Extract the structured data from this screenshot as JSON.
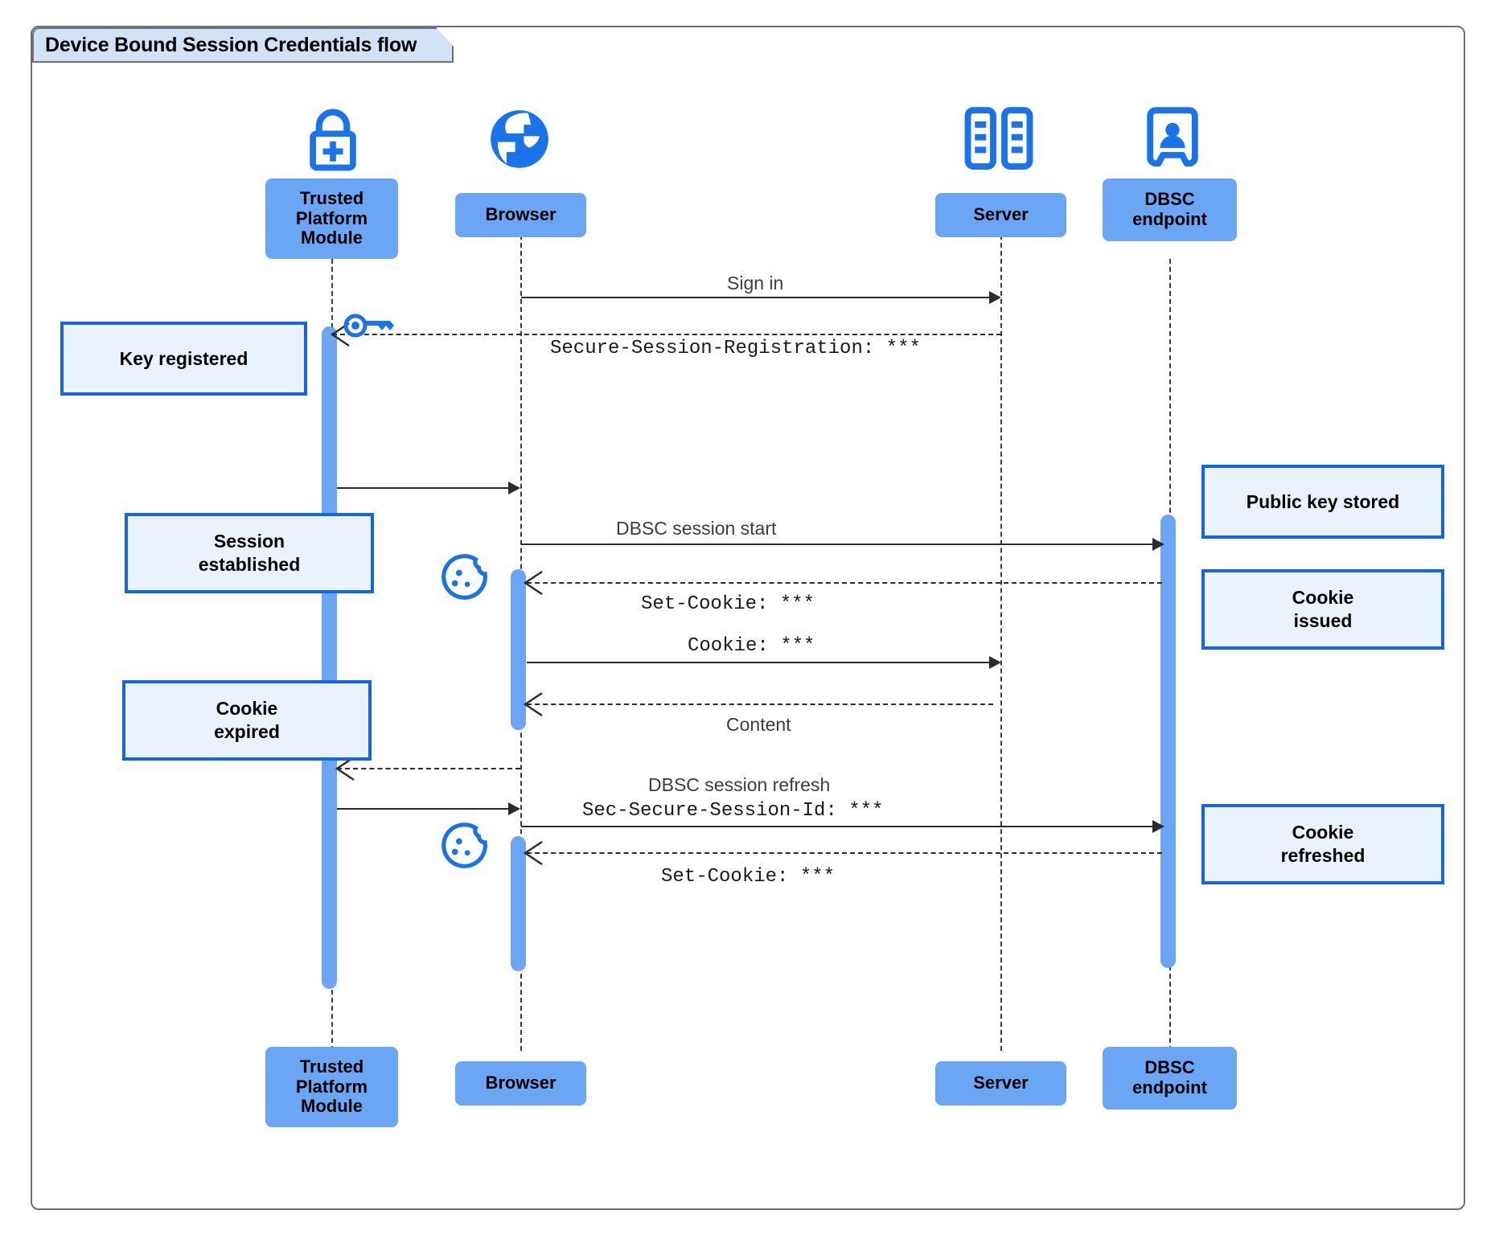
{
  "diagram": {
    "type": "uml-sequence-diagram",
    "frame_title": "Device Bound Session Credentials flow",
    "colors": {
      "participant_fill": "#6BA6F5",
      "note_fill": "#EAF2FD",
      "note_border": "#1565E0",
      "icon_blue": "#1A73E8",
      "frame_border": "#707070",
      "title_fill": "#CFE2F7",
      "activation_fill": "#6BA6F5",
      "line": "#2B2B2B"
    }
  },
  "participants": [
    {
      "id": "tpm",
      "label": "Trusted\nPlatform\nModule",
      "label_line1": "Trusted",
      "label_line2": "Platform",
      "label_line3": "Module",
      "icon": "lock-plus-icon"
    },
    {
      "id": "browser",
      "label": "Browser",
      "icon": "globe-icon"
    },
    {
      "id": "server",
      "label": "Server",
      "icon": "server-racks-icon"
    },
    {
      "id": "dbsc",
      "label": "DBSC\nendpoint",
      "label_line1": "DBSC",
      "label_line2": "endpoint",
      "icon": "id-badge-icon"
    }
  ],
  "footer_participants": [
    {
      "id": "tpm",
      "label_line1": "Trusted",
      "label_line2": "Platform",
      "label_line3": "Module"
    },
    {
      "id": "browser",
      "label": "Browser"
    },
    {
      "id": "server",
      "label": "Server"
    },
    {
      "id": "dbsc",
      "label_line1": "DBSC",
      "label_line2": "endpoint"
    }
  ],
  "messages": [
    {
      "id": "m1",
      "from": "browser",
      "to": "server",
      "label": "Sign in",
      "style": "solid",
      "font": "sans"
    },
    {
      "id": "m2",
      "from": "server",
      "to": "tpm",
      "label": "Secure-Session-Registration: ***",
      "style": "dashed",
      "font": "mono"
    },
    {
      "id": "m3",
      "from": "tpm",
      "to": "browser",
      "label": "",
      "style": "solid",
      "font": "sans"
    },
    {
      "id": "m4",
      "from": "browser",
      "to": "dbsc",
      "label": "DBSC session start",
      "style": "solid",
      "font": "sans"
    },
    {
      "id": "m5",
      "from": "dbsc",
      "to": "browser",
      "label": "Set-Cookie: ***",
      "style": "dashed",
      "font": "mono"
    },
    {
      "id": "m6",
      "from": "browser",
      "to": "server",
      "label": "Cookie: ***",
      "style": "solid",
      "font": "mono"
    },
    {
      "id": "m7",
      "from": "server",
      "to": "browser",
      "label": "Content",
      "style": "dashed",
      "font": "sans"
    },
    {
      "id": "m8",
      "from": "browser",
      "to": "tpm",
      "label": "",
      "style": "dashed",
      "font": "sans"
    },
    {
      "id": "m9",
      "from": "tpm",
      "to": "browser",
      "label": "",
      "style": "solid",
      "font": "sans"
    },
    {
      "id": "m10",
      "from": "browser",
      "to": "dbsc",
      "label_line1": "DBSC session refresh",
      "label_line2": "Sec-Secure-Session-Id: ***",
      "style": "solid",
      "font": "mixed"
    },
    {
      "id": "m11",
      "from": "dbsc",
      "to": "browser",
      "label": "Set-Cookie: ***",
      "style": "dashed",
      "font": "mono"
    }
  ],
  "notes": [
    {
      "id": "n1",
      "text_line1": "Key registered",
      "side": "left-of-tpm"
    },
    {
      "id": "n2",
      "text_line1": "Session",
      "text_line2": "established",
      "side": "left-of-tpm"
    },
    {
      "id": "n3",
      "text_line1": "Cookie",
      "text_line2": "expired",
      "side": "left-of-tpm"
    },
    {
      "id": "n4",
      "text_line1": "Public key stored",
      "side": "right-of-dbsc"
    },
    {
      "id": "n5",
      "text_line1": "Cookie",
      "text_line2": "issued",
      "side": "right-of-dbsc"
    },
    {
      "id": "n6",
      "text_line1": "Cookie",
      "text_line2": "refreshed",
      "side": "right-of-dbsc"
    }
  ],
  "inline_icons": [
    {
      "id": "key1",
      "name": "key-icon",
      "near": "tpm-activation-top"
    },
    {
      "id": "cookie1",
      "name": "cookie-icon",
      "near": "browser-activation-1"
    },
    {
      "id": "cookie2",
      "name": "cookie-icon",
      "near": "browser-activation-3"
    }
  ]
}
